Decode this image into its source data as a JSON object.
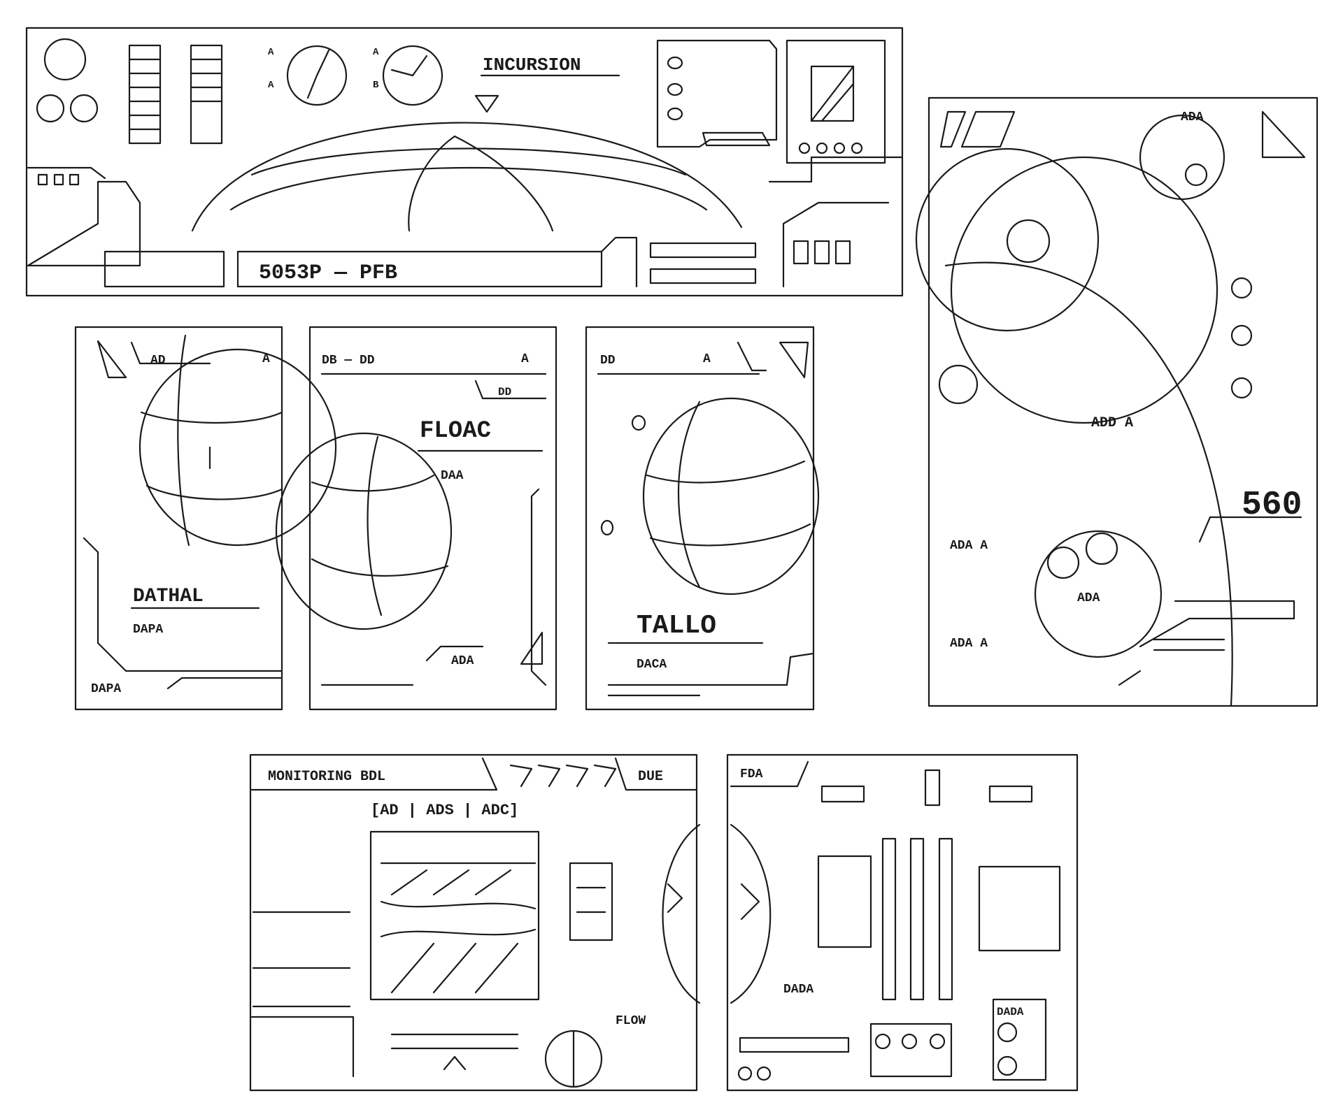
{
  "sketch_sheet": {
    "ink_color": "#1a1a1a",
    "paper_color": "#ffffff",
    "hud_banner": {
      "title": "INCURSION",
      "readout": "5053P — PFB",
      "side_marks": [
        "A",
        "A",
        "A",
        "B"
      ]
    },
    "card_1": {
      "header": "AD",
      "mark": "A",
      "label": "DATHAL",
      "sublabel": "DAPA",
      "footer": "DAPA"
    },
    "card_2": {
      "header": "DB — DD",
      "mark": "A",
      "tab": "DD",
      "label": "FLOAC",
      "sublabel": "DAA",
      "corner": "ADA"
    },
    "card_3": {
      "header": "DD",
      "mark": "A",
      "label": "TALLO",
      "sublabel": "DACA"
    },
    "radar_panel": {
      "label_top": "ADA",
      "label_mid": "ADD A",
      "label_right": "560",
      "label_left_1": "ADA A",
      "label_left_2": "ADA A",
      "label_bottom": "ADA"
    },
    "monitoring_panel": {
      "title": "MONITORING BDL",
      "tab": "DUE",
      "filter_bar": "[AD | ADS | ADC]",
      "flow_label": "FLOW"
    },
    "flow_panel": {
      "header": "FDA",
      "label_1": "DADA",
      "label_2": "DADA"
    }
  }
}
